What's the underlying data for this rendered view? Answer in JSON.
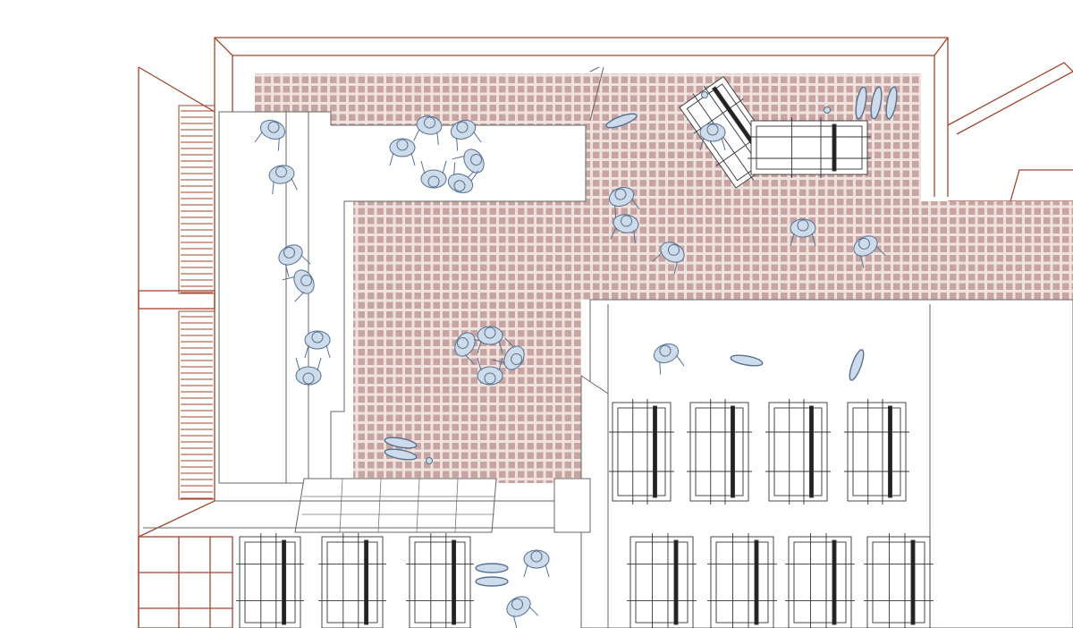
{
  "colors": {
    "background": "#ffffff",
    "tile_floor": "#c7a5a3",
    "tile_grout": "#f0e2de",
    "wall_line": "#a0452e",
    "line": "#555555",
    "figure_fill": "#cddbea",
    "figure_stroke": "#56708f"
  },
  "elements": {
    "floor": "tiled-floor",
    "figures": "people-figures",
    "looms": "loom-frames",
    "mats": "floor-mats"
  }
}
